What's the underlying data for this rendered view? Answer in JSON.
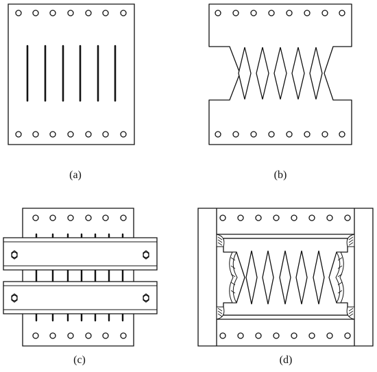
{
  "captions": {
    "a": "(a)",
    "b": "(b)",
    "c": "(c)",
    "d": "(d)"
  },
  "colors": {
    "stroke": "#111111",
    "fill": "#ffffff"
  }
}
